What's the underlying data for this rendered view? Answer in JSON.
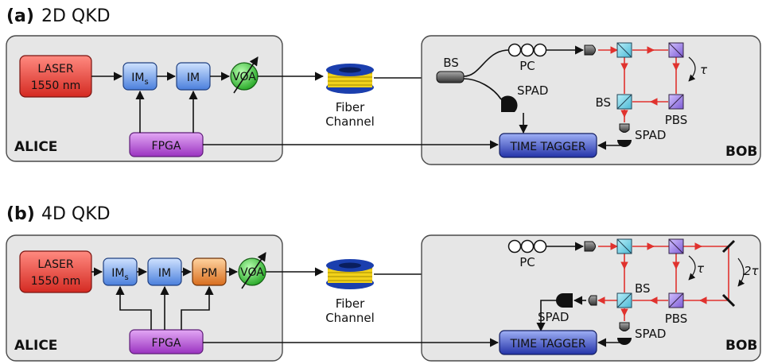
{
  "panel_a": {
    "tag": "(a)",
    "title": "2D QKD",
    "alice": "ALICE",
    "bob": "BOB",
    "laser_line1": "LASER",
    "laser_line2": "1550 nm",
    "ims": "IM",
    "ims_sub": "s",
    "im": "IM",
    "voa": "VOA",
    "fpga": "FPGA",
    "fiber_line1": "Fiber",
    "fiber_line2": "Channel",
    "bs_top": "BS",
    "pc": "PC",
    "spad_top": "SPAD",
    "bs_mid": "BS",
    "pbs": "PBS",
    "tau": "τ",
    "spad_bottom": "SPAD",
    "time_tagger": "TIME TAGGER"
  },
  "panel_b": {
    "tag": "(b)",
    "title": "4D QKD",
    "alice": "ALICE",
    "bob": "BOB",
    "laser_line1": "LASER",
    "laser_line2": "1550 nm",
    "ims": "IM",
    "ims_sub": "s",
    "im": "IM",
    "pm": "PM",
    "voa": "VOA",
    "fpga": "FPGA",
    "fiber_line1": "Fiber",
    "fiber_line2": "Channel",
    "pc": "PC",
    "bs": "BS",
    "pbs": "PBS",
    "tau": "τ",
    "two_tau": "2τ",
    "spad_left": "SPAD",
    "spad_bottom": "SPAD",
    "time_tagger": "TIME TAGGER"
  },
  "colors": {
    "laser": "#e8443a",
    "im": "#5b8fe6",
    "pm": "#e07a2a",
    "voa": "#3cc43c",
    "fpga": "#a845c9",
    "time_tagger": "#3344b8",
    "fiber_blue": "#1b3fae",
    "fiber_yellow": "#f2d21a",
    "beamsplitter": "#7fd6e8",
    "pbs": "#9a7fe0",
    "red_path": "#e0322e"
  }
}
